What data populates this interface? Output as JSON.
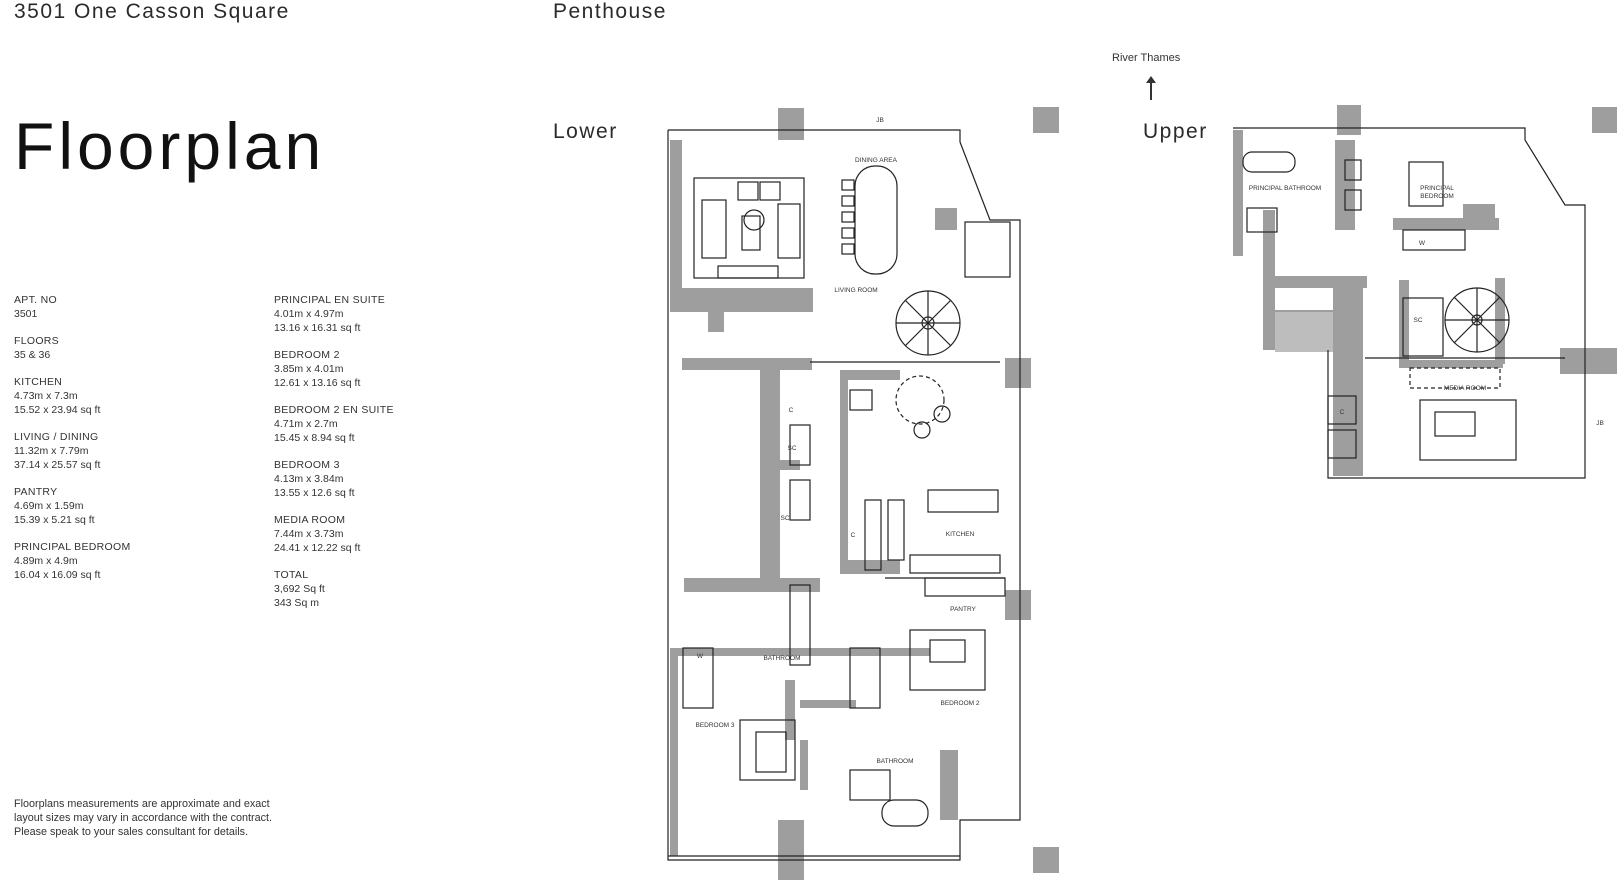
{
  "header": {
    "address": "3501 One Casson Square",
    "unit_type": "Penthouse"
  },
  "title": "Floorplan",
  "specs_left": [
    {
      "label": "APT. NO",
      "lines": [
        "3501"
      ]
    },
    {
      "label": "FLOORS",
      "lines": [
        "35 & 36"
      ]
    },
    {
      "label": "KITCHEN",
      "lines": [
        "4.73m x 7.3m",
        "15.52 x 23.94 sq ft"
      ]
    },
    {
      "label": "LIVING / DINING",
      "lines": [
        "11.32m x 7.79m",
        "37.14 x 25.57 sq ft"
      ]
    },
    {
      "label": "PANTRY",
      "lines": [
        "4.69m x 1.59m",
        "15.39 x 5.21 sq ft"
      ]
    },
    {
      "label": "PRINCIPAL BEDROOM",
      "lines": [
        "4.89m x 4.9m",
        "16.04 x 16.09 sq ft"
      ]
    }
  ],
  "specs_right": [
    {
      "label": "PRINCIPAL EN SUITE",
      "lines": [
        "4.01m x 4.97m",
        "13.16 x 16.31 sq ft"
      ]
    },
    {
      "label": "BEDROOM 2",
      "lines": [
        "3.85m x 4.01m",
        "12.61 x 13.16 sq ft"
      ]
    },
    {
      "label": "BEDROOM 2 EN SUITE",
      "lines": [
        "4.71m x 2.7m",
        "15.45 x 8.94 sq ft"
      ]
    },
    {
      "label": "BEDROOM 3",
      "lines": [
        "4.13m x 3.84m",
        "13.55 x 12.6 sq ft"
      ]
    },
    {
      "label": "MEDIA ROOM",
      "lines": [
        "7.44m x 3.73m",
        "24.41 x 12.22 sq ft"
      ]
    },
    {
      "label": "TOTAL",
      "lines": [
        "3,692 Sq ft",
        "343 Sq m"
      ]
    }
  ],
  "disclaimer": "Floorplans measurements are approximate and exact layout sizes may vary in accordance with the contract. Please speak to your sales consultant for details.",
  "plans": {
    "lower_label": "Lower",
    "upper_label": "Upper",
    "orientation": "River Thames"
  },
  "rooms_lower": {
    "dining": "DINING AREA",
    "living": "LIVING ROOM",
    "kitchen": "KITCHEN",
    "pantry": "PANTRY",
    "bathroom_a": "BATHROOM",
    "bathroom_b": "BATHROOM",
    "bedroom2": "BEDROOM 2",
    "bedroom3": "BEDROOM 3",
    "sc1": "SC",
    "sc2": "SC",
    "c1": "C",
    "c2": "C",
    "w": "W",
    "jb": "JB"
  },
  "rooms_upper": {
    "principal_bath": "PRINCIPAL BATHROOM",
    "principal_bed_1": "PRINCIPAL",
    "principal_bed_2": "BEDROOM",
    "media": "MEDIA ROOM",
    "sc": "SC",
    "c": "C",
    "w": "W",
    "jb": "JB"
  },
  "colors": {
    "wall": "#9e9e9e",
    "line": "#222222"
  }
}
